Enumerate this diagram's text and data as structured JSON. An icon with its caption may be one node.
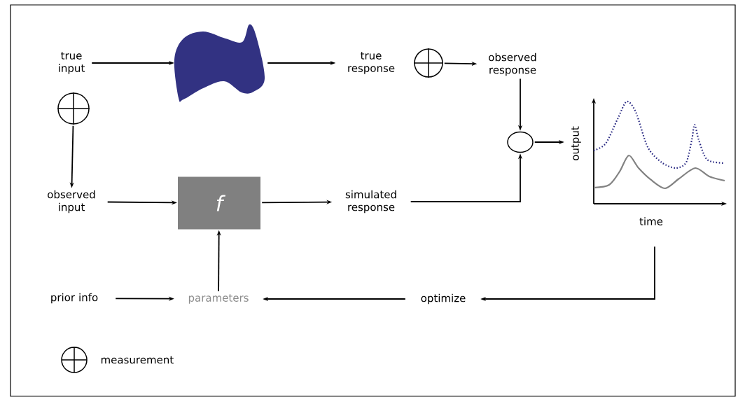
{
  "diagram": {
    "nodes": [
      {
        "text": [
          "true input"
        ]
      },
      {
        "text": [],
        "shape": "blob"
      },
      {
        "text": [
          "true response"
        ]
      },
      {
        "text": [],
        "shape": "circle"
      },
      {
        "text": [
          "observed response"
        ]
      },
      {
        "text": [],
        "shape": "circle"
      },
      {
        "text": [
          "observed input"
        ]
      },
      {
        "text": [
          "f"
        ]
      },
      {
        "text": [
          "simulated response"
        ]
      },
      {
        "text": [],
        "shape": "circle"
      },
      {
        "text": [
          "output",
          "time"
        ]
      },
      {
        "text": [
          "prior info"
        ]
      },
      {
        "text": [
          "parameters"
        ]
      },
      {
        "text": [
          "optimize"
        ]
      }
    ],
    "edges": [
      {
        "from": 0,
        "to": 1,
        "arrow": "to"
      },
      {
        "from": 1,
        "to": 2,
        "arrow": "to"
      },
      {
        "from": 3,
        "to": 4,
        "arrow": "to"
      },
      {
        "from": 5,
        "to": 6,
        "arrow": "to"
      },
      {
        "from": 6,
        "to": 7,
        "arrow": "to"
      },
      {
        "from": 7,
        "to": 8,
        "arrow": "to"
      },
      {
        "from": 4,
        "to": 9,
        "arrow": "to"
      },
      {
        "from": 8,
        "to": 9,
        "arrow": "to"
      },
      {
        "from": 9,
        "to": 10,
        "arrow": "to"
      },
      {
        "from": 10,
        "to": 13,
        "arrow": "to"
      },
      {
        "from": 13,
        "to": 12,
        "arrow": "to"
      },
      {
        "from": 11,
        "to": 12,
        "arrow": "to"
      },
      {
        "from": 12,
        "to": 7,
        "arrow": "to"
      }
    ],
    "legend": [
      {
        "text": "measurement"
      }
    ]
  }
}
